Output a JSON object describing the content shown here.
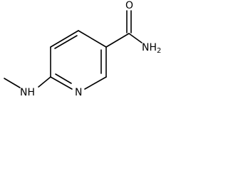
{
  "molecule": {
    "atoms": {
      "carbonyl_oxygen": "O",
      "amide_nitrogen": "NH",
      "amide_hydrogen_count": "2",
      "ring_nitrogen": "N",
      "amine_nitrogen": "NH"
    }
  }
}
